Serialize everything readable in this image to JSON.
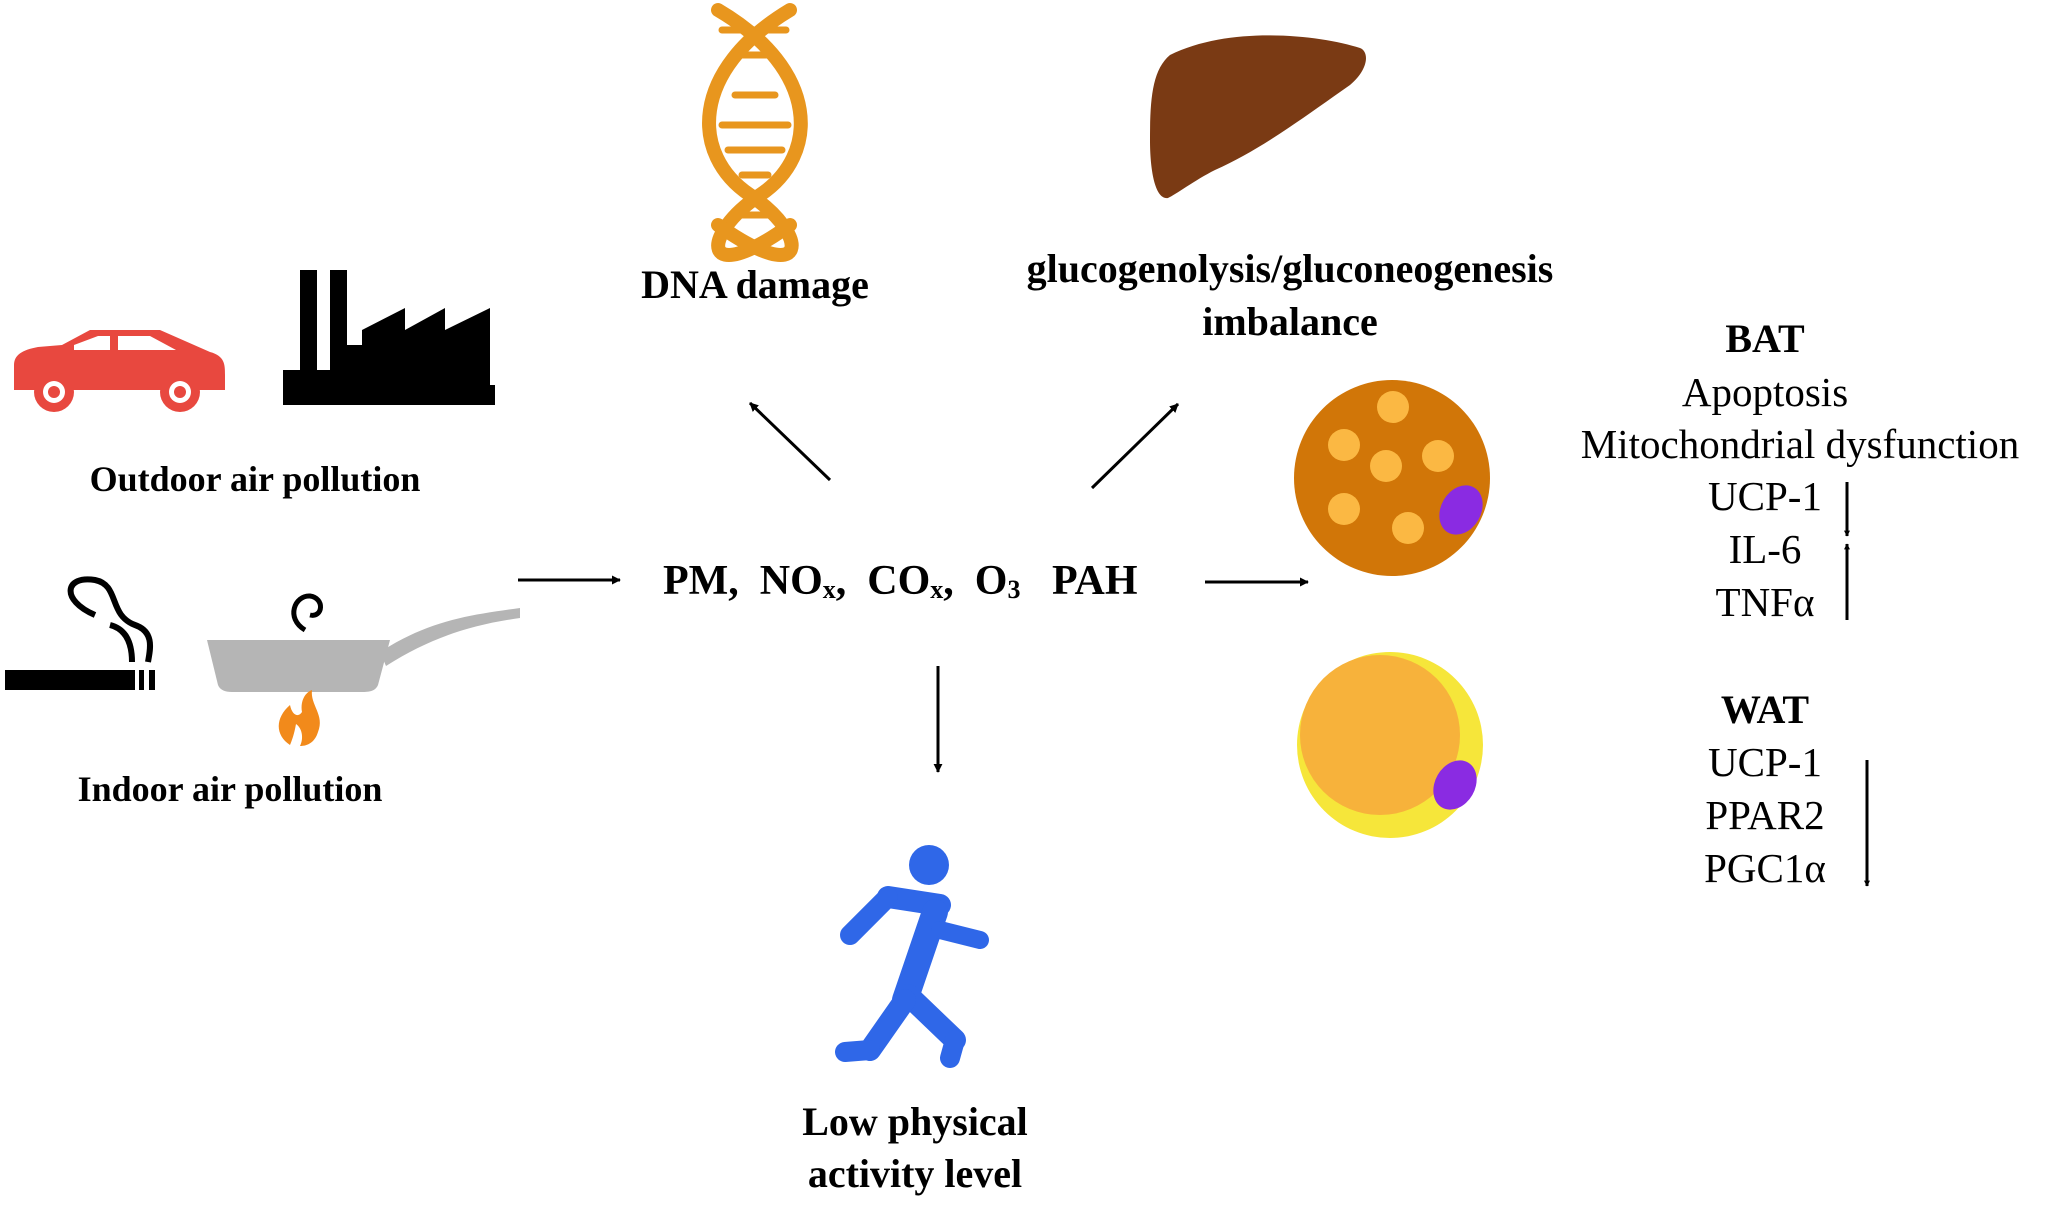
{
  "labels": {
    "dna": "DNA damage",
    "gluco_line1": "glucogenolysis/gluconeogenesis",
    "gluco_line2": "imbalance",
    "outdoor": "Outdoor air pollution",
    "indoor": "Indoor air pollution",
    "activity_line1": "Low physical",
    "activity_line2": "activity level"
  },
  "pollutants": {
    "pm": "PM,",
    "nox_main": "NO",
    "nox_sub": "x",
    "comma1": ",",
    "cox_main": "CO",
    "cox_sub": "x",
    "comma2": ",",
    "o3_main": "O",
    "o3_sub": "3",
    "pah": "PAH"
  },
  "bat": {
    "title": "BAT",
    "lines": [
      "Apoptosis",
      "Mitochondrial dysfunction",
      "UCP-1",
      "IL-6",
      "TNFα"
    ]
  },
  "wat": {
    "title": "WAT",
    "lines": [
      "UCP-1",
      "PPAR2",
      "PGC1α"
    ]
  },
  "colors": {
    "car": "#e8483f",
    "dna": "#e8961e",
    "liver": "#7a3a14",
    "bat_cell": "#d17608",
    "bat_droplet": "#fbb843",
    "wat_cell": "#f6e63a",
    "wat_droplet": "#f7b23b",
    "nucleus": "#8a2be2",
    "runner": "#2f67e8",
    "flame": "#f28a1b",
    "pan": "#b5b5b5"
  }
}
